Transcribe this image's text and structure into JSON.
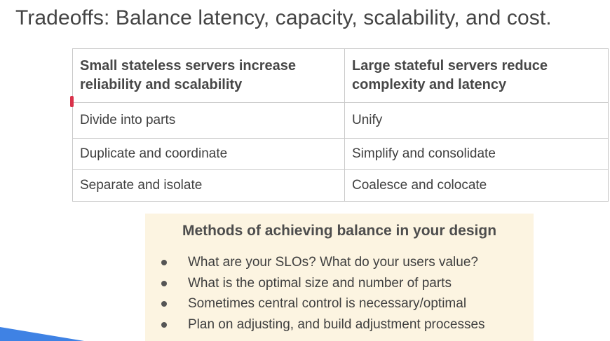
{
  "slide": {
    "title": "Tradeoffs: Balance latency, capacity, scalability, and cost."
  },
  "table": {
    "headers": [
      "Small stateless servers increase reliability and scalability",
      "Large stateful servers reduce complexity and latency"
    ],
    "rows": [
      [
        "Divide into parts",
        "Unify"
      ],
      [
        "Duplicate and coordinate",
        "Simplify and consolidate"
      ],
      [
        "Separate and isolate",
        "Coalesce and colocate"
      ]
    ]
  },
  "balance": {
    "heading": "Methods of achieving balance in your design",
    "items": [
      "What are your SLOs? What do your users value?",
      "What is the optimal size and number of parts",
      "Sometimes central control is necessary/optimal",
      "Plan on adjusting, and build adjustment processes"
    ]
  },
  "colors": {
    "box_background": "#fcf4e1",
    "accent_blue": "#3f82e4",
    "marker_red": "#d9324a"
  }
}
